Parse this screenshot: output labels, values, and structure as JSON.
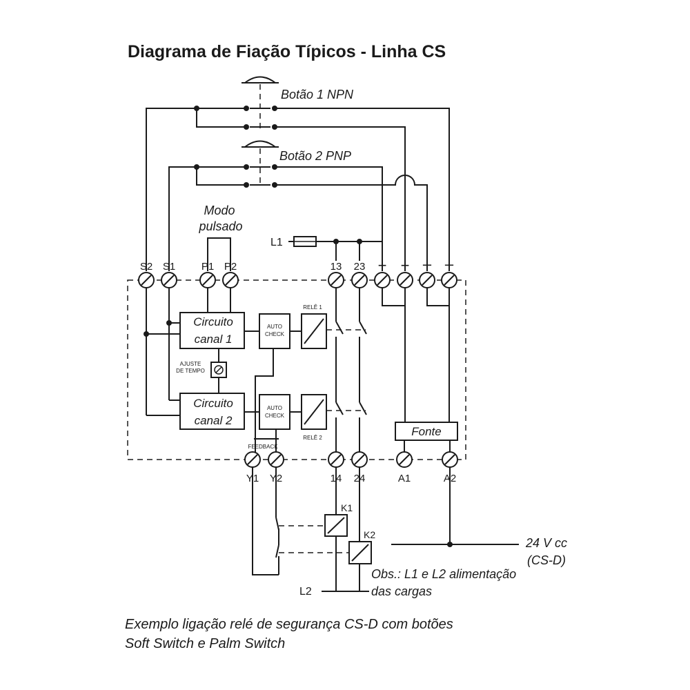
{
  "title": "Diagrama de Fiação Típicos - Linha CS",
  "buttons": {
    "button1": "Botão 1 NPN",
    "button2": "Botão 2 PNP"
  },
  "mode": {
    "line1": "Modo",
    "line2": "pulsado"
  },
  "fuse_label": "L1",
  "top_terminals": [
    "S2",
    "S1",
    "P1",
    "P2",
    "13",
    "23",
    "+",
    "+",
    "–",
    "–"
  ],
  "bottom_terminals": [
    "Y1",
    "Y2",
    "14",
    "24",
    "A1",
    "A2"
  ],
  "blocks": {
    "circuit1": {
      "line1": "Circuito",
      "line2": "canal 1"
    },
    "circuit2": {
      "line1": "Circuito",
      "line2": "canal 2"
    },
    "autocheck1": {
      "line1": "AUTO",
      "line2": "CHECK"
    },
    "autocheck2": {
      "line1": "AUTO",
      "line2": "CHECK"
    },
    "relay1": "RELÊ 1",
    "relay2": "RELÊ 2",
    "power": "Fonte",
    "time_adjust": {
      "line1": "AJUSTE",
      "line2": "DE TEMPO"
    },
    "feedback": "FEEDBACK"
  },
  "contactors": {
    "k1": "K1",
    "k2": "K2"
  },
  "supply": {
    "line1": "24 V cc",
    "line2": "(CS-D)"
  },
  "l2_label": "L2",
  "note": {
    "line1": "Obs.: L1 e L2 alimentação",
    "line2": "das cargas"
  },
  "caption": {
    "line1": "Exemplo ligação relé de segurança CS-D com botões",
    "line2": "Soft Switch e Palm Switch"
  }
}
